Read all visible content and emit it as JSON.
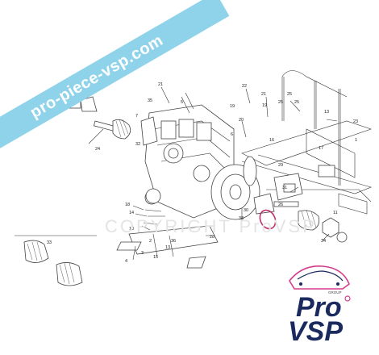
{
  "banner": {
    "text": "pro-piece-vsp.com",
    "color": "#8fd3ea"
  },
  "watermark": {
    "text": "COPYRIGHT ProVSP"
  },
  "logo": {
    "line1": "Pro",
    "line2": "VSP",
    "tagline": "GROUP",
    "navy": "#1a2a5e",
    "pink": "#d43c8c"
  },
  "highlight_color": "#c0306e",
  "callouts": [
    "21",
    "12",
    "22",
    "21",
    "24",
    "19",
    "25",
    "25",
    "25",
    "20",
    "13",
    "17",
    "16",
    "19",
    "23",
    "5",
    "7",
    "32",
    "35",
    "6",
    "1",
    "31",
    "29",
    "38",
    "18",
    "28",
    "14",
    "3",
    "10",
    "36",
    "4",
    "2",
    "13",
    "30",
    "26",
    "11",
    "33",
    "15",
    "34"
  ]
}
